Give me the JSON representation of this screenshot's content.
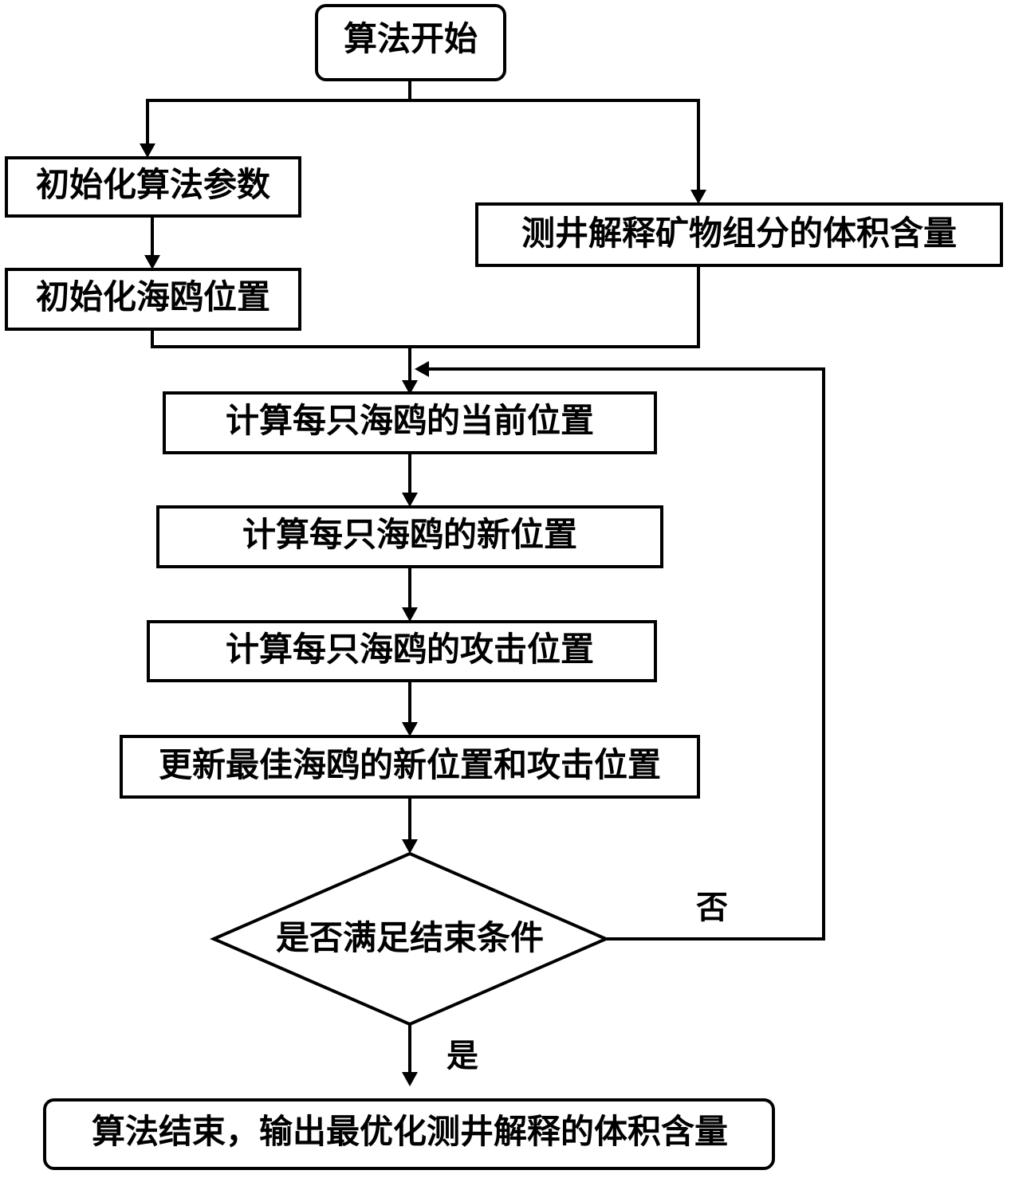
{
  "flowchart": {
    "start": "算法开始",
    "init_params": "初始化算法参数",
    "mineral_volume": "测井解释矿物组分的体积含量",
    "init_positions": "初始化海鸥位置",
    "current_position": "计算每只海鸥的当前位置",
    "new_position": "计算每只海鸥的新位置",
    "attack_position": "计算每只海鸥的攻击位置",
    "update_best": "更新最佳海鸥的新位置和攻击位置",
    "condition": "是否满足结束条件",
    "no_label": "否",
    "yes_label": "是",
    "end": "算法结束，输出最优化测井解释的体积含量"
  }
}
